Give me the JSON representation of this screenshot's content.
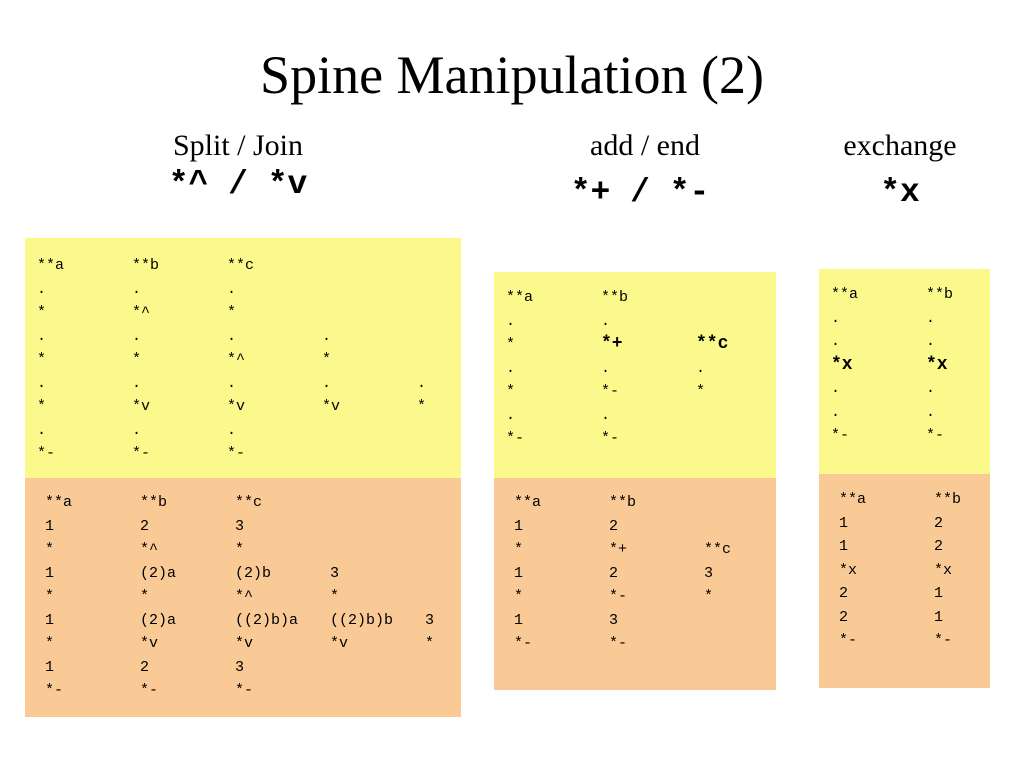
{
  "title": "Spine Manipulation (2)",
  "sections": [
    {
      "label": "Split / Join",
      "command": "*^ / *v"
    },
    {
      "label": "add / end",
      "command": "*+ / *-"
    },
    {
      "label": "exchange",
      "command": "*x"
    }
  ],
  "examples": {
    "split_join": {
      "spines": [
        [
          "**a",
          "**b",
          "**c",
          "",
          ""
        ],
        [
          ".",
          ".",
          ".",
          "",
          ""
        ],
        [
          "*",
          "*^",
          "*",
          "",
          ""
        ],
        [
          ".",
          ".",
          ".",
          ".",
          ""
        ],
        [
          "*",
          "*",
          "*^",
          "*",
          ""
        ],
        [
          ".",
          ".",
          ".",
          ".",
          "."
        ],
        [
          "*",
          "*v",
          "*v",
          "*v",
          "*"
        ],
        [
          ".",
          ".",
          ".",
          "",
          ""
        ],
        [
          "*-",
          "*-",
          "*-",
          "",
          ""
        ]
      ],
      "data": [
        [
          "**a",
          "**b",
          "**c",
          "",
          ""
        ],
        [
          "1",
          "2",
          "3",
          "",
          ""
        ],
        [
          "*",
          "*^",
          "*",
          "",
          ""
        ],
        [
          "1",
          "(2)a",
          "(2)b",
          "3",
          ""
        ],
        [
          "*",
          "*",
          "*^",
          "*",
          ""
        ],
        [
          "1",
          "(2)a",
          "((2)b)a",
          "((2)b)b",
          "3"
        ],
        [
          "*",
          "*v",
          "*v",
          "*v",
          "*"
        ],
        [
          "1",
          "2",
          "3",
          "",
          ""
        ],
        [
          "*-",
          "*-",
          "*-",
          "",
          ""
        ]
      ]
    },
    "add_end": {
      "spines": [
        [
          "**a",
          "**b",
          ""
        ],
        [
          ".",
          ".",
          ""
        ],
        [
          "*",
          "*+",
          "**c"
        ],
        [
          ".",
          ".",
          "."
        ],
        [
          "*",
          "*-",
          "*"
        ],
        [
          ".",
          ".",
          ""
        ],
        [
          "*-",
          "*-",
          ""
        ]
      ],
      "data": [
        [
          "**a",
          "**b",
          ""
        ],
        [
          "1",
          "2",
          ""
        ],
        [
          "*",
          "*+",
          "**c"
        ],
        [
          "1",
          "2",
          "3"
        ],
        [
          "*",
          "*-",
          "*"
        ],
        [
          "1",
          "3",
          ""
        ],
        [
          "*-",
          "*-",
          ""
        ]
      ]
    },
    "exchange": {
      "spines": [
        [
          "**a",
          "**b"
        ],
        [
          ".",
          "."
        ],
        [
          ".",
          "."
        ],
        [
          "*x",
          "*x"
        ],
        [
          ".",
          "."
        ],
        [
          ".",
          "."
        ],
        [
          "*-",
          "*-"
        ]
      ],
      "data": [
        [
          "**a",
          "**b"
        ],
        [
          "1",
          "2"
        ],
        [
          "1",
          "2"
        ],
        [
          "*x",
          "*x"
        ],
        [
          "2",
          "1"
        ],
        [
          "2",
          "1"
        ],
        [
          "*-",
          "*-"
        ]
      ]
    }
  },
  "colors": {
    "yellow": "#fbf98b",
    "orange": "#f9c996"
  }
}
